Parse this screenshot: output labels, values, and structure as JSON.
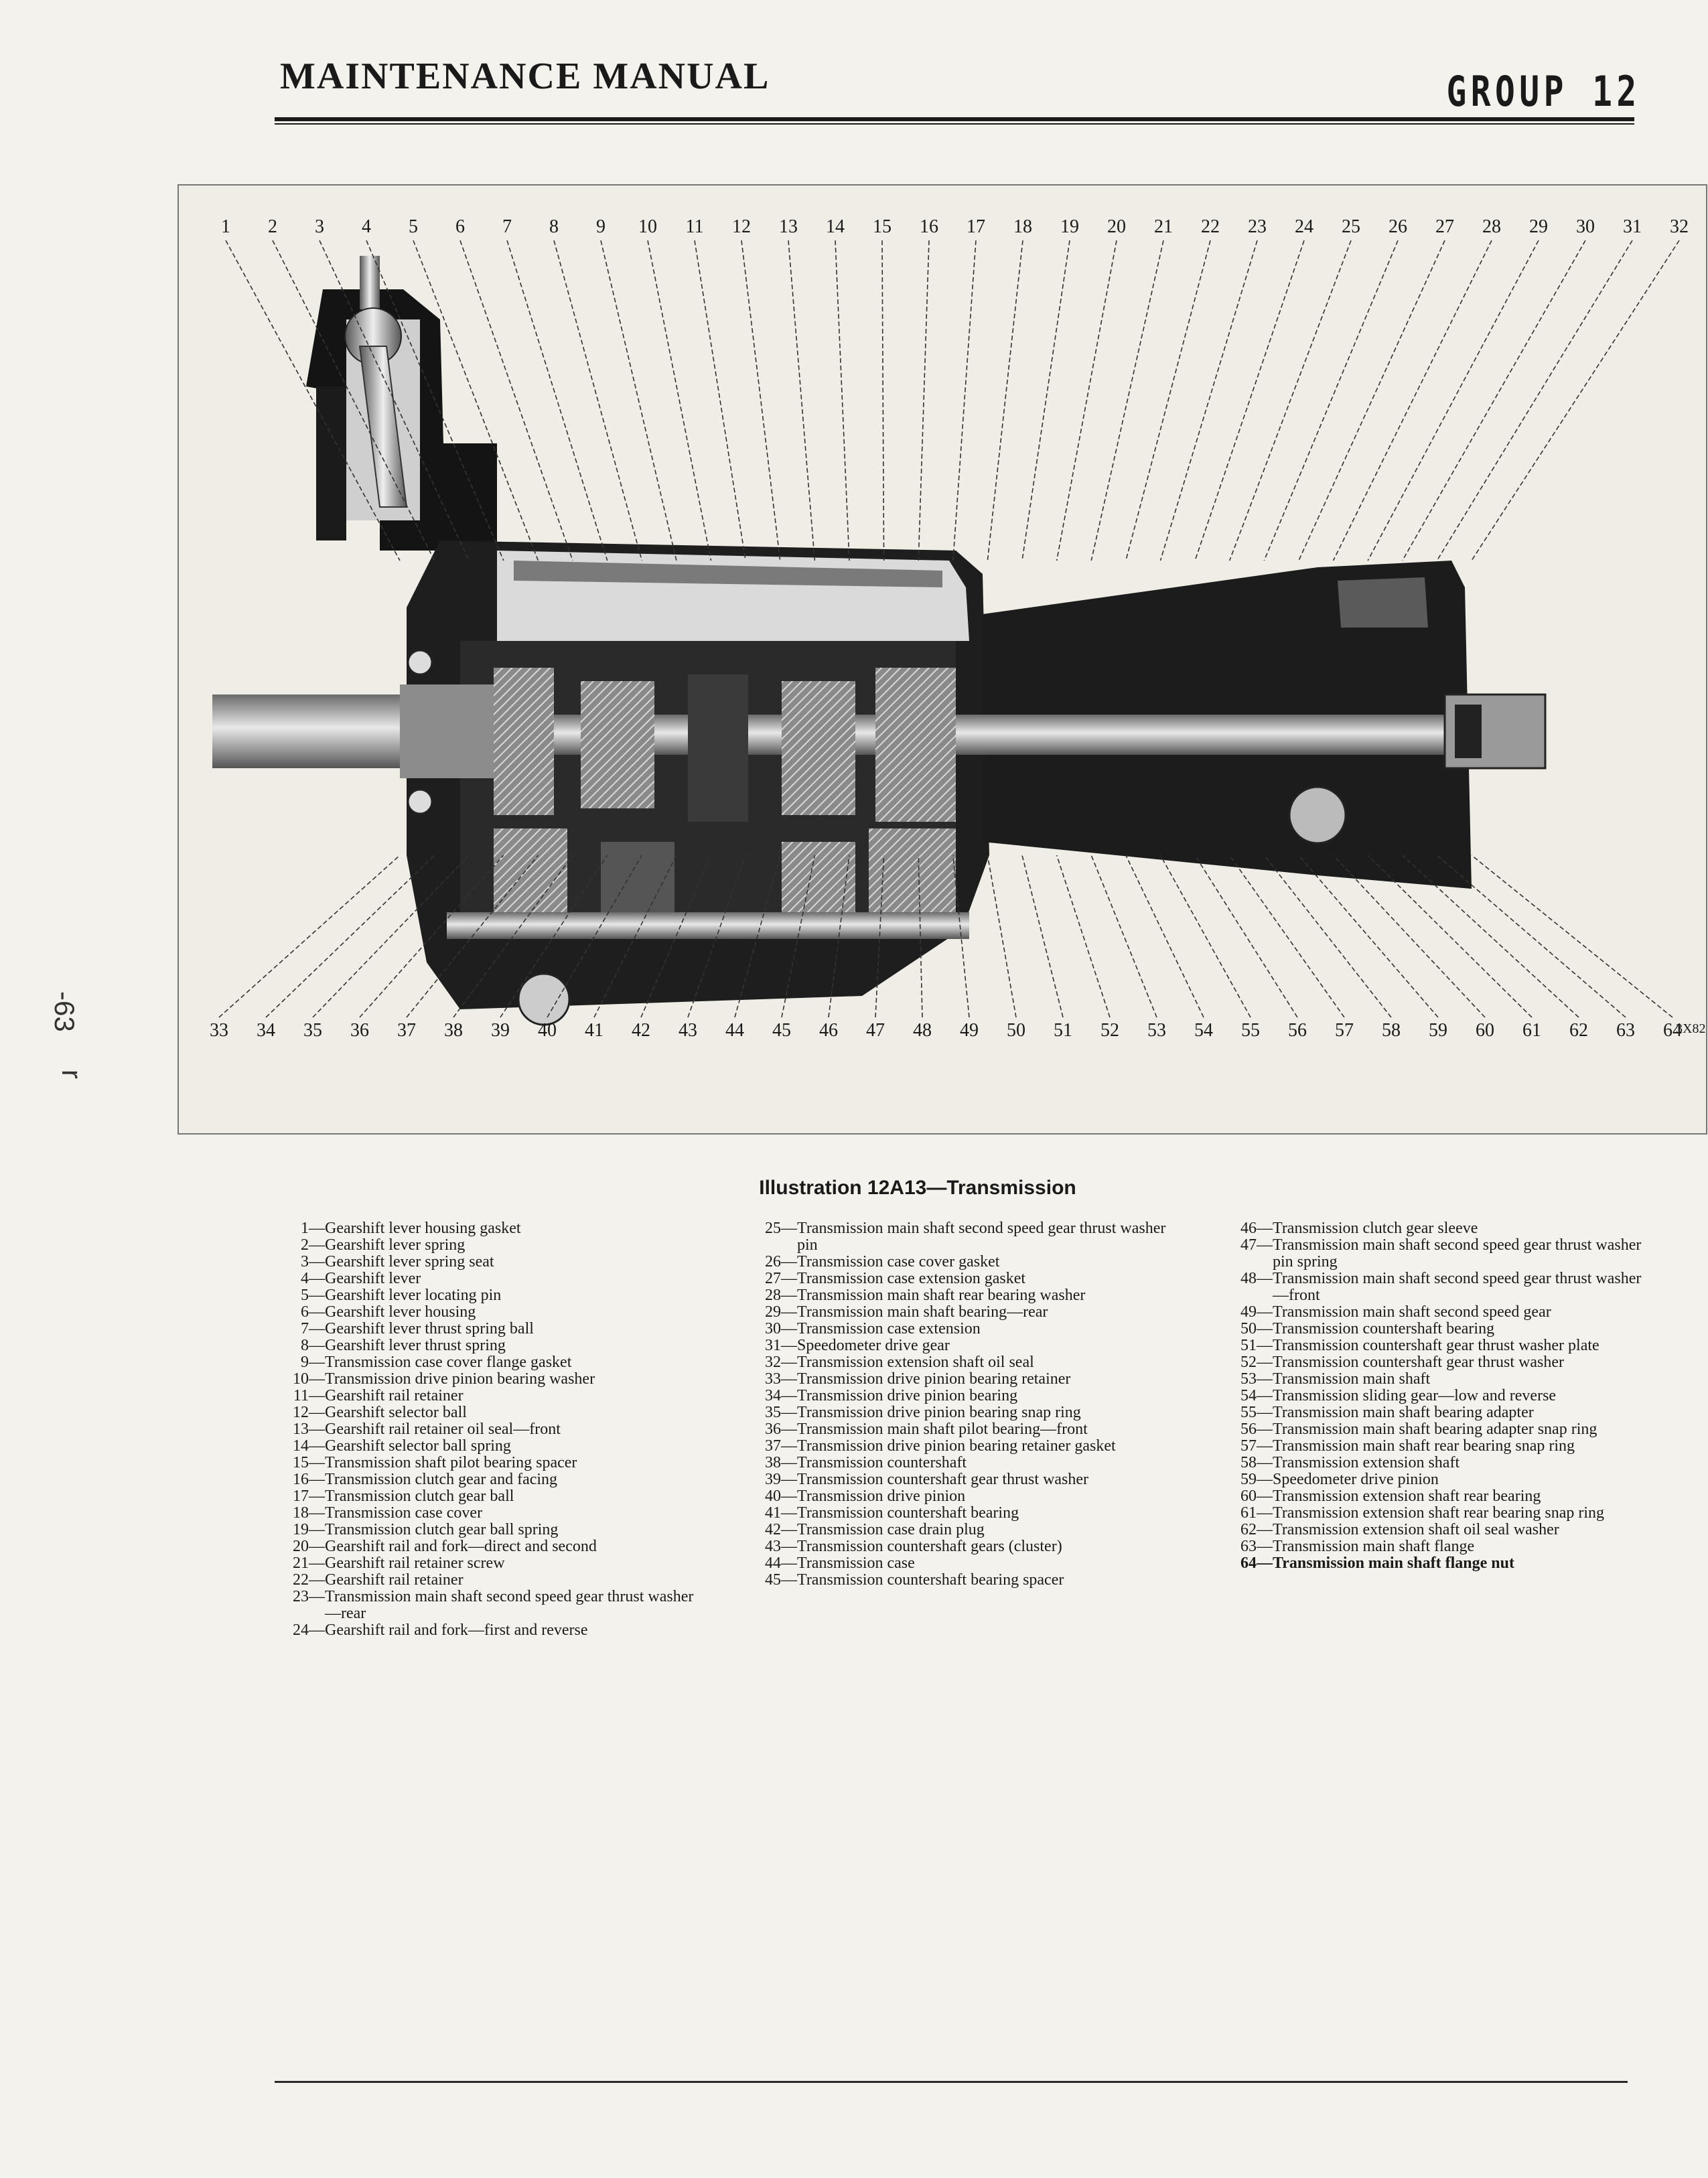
{
  "header": {
    "title": "MAINTENANCE MANUAL",
    "group": "GROUP 12"
  },
  "margin_marks": {
    "page_ref": "-63",
    "corner": "r"
  },
  "figure": {
    "code": "3X82",
    "caption": "Illustration 12A13—Transmission"
  },
  "callouts_top": [
    "1",
    "2",
    "3",
    "4",
    "5",
    "6",
    "7",
    "8",
    "9",
    "10",
    "11",
    "12",
    "13",
    "14",
    "15",
    "16",
    "17",
    "18",
    "19",
    "20",
    "21",
    "22",
    "23",
    "24",
    "25",
    "26",
    "27",
    "28",
    "29",
    "30",
    "31",
    "32"
  ],
  "callouts_bottom": [
    "33",
    "34",
    "35",
    "36",
    "37",
    "38",
    "39",
    "40",
    "41",
    "42",
    "43",
    "44",
    "45",
    "46",
    "47",
    "48",
    "49",
    "50",
    "51",
    "52",
    "53",
    "54",
    "55",
    "56",
    "57",
    "58",
    "59",
    "60",
    "61",
    "62",
    "63",
    "64"
  ],
  "legend": {
    "col1": [
      {
        "num": "1",
        "text": "Gearshift lever housing gasket"
      },
      {
        "num": "2",
        "text": "Gearshift lever spring"
      },
      {
        "num": "3",
        "text": "Gearshift lever spring seat"
      },
      {
        "num": "4",
        "text": "Gearshift lever"
      },
      {
        "num": "5",
        "text": "Gearshift lever locating pin"
      },
      {
        "num": "6",
        "text": "Gearshift lever housing"
      },
      {
        "num": "7",
        "text": "Gearshift lever thrust spring ball"
      },
      {
        "num": "8",
        "text": "Gearshift lever thrust spring"
      },
      {
        "num": "9",
        "text": "Transmission case cover flange gasket"
      },
      {
        "num": "10",
        "text": "Transmission drive pinion bearing washer"
      },
      {
        "num": "11",
        "text": "Gearshift rail retainer"
      },
      {
        "num": "12",
        "text": "Gearshift selector ball"
      },
      {
        "num": "13",
        "text": "Gearshift rail retainer oil seal—front"
      },
      {
        "num": "14",
        "text": "Gearshift selector ball spring"
      },
      {
        "num": "15",
        "text": "Transmission shaft pilot bearing spacer"
      },
      {
        "num": "16",
        "text": "Transmission clutch gear and facing"
      },
      {
        "num": "17",
        "text": "Transmission clutch gear ball"
      },
      {
        "num": "18",
        "text": "Transmission case cover"
      },
      {
        "num": "19",
        "text": "Transmission clutch gear ball spring"
      },
      {
        "num": "20",
        "text": "Gearshift rail and fork—direct and second"
      },
      {
        "num": "21",
        "text": "Gearshift rail retainer screw"
      },
      {
        "num": "22",
        "text": "Gearshift rail retainer"
      },
      {
        "num": "23",
        "text": "Transmission main shaft second speed gear thrust washer—rear"
      },
      {
        "num": "24",
        "text": "Gearshift rail and fork—first and reverse"
      }
    ],
    "col2": [
      {
        "num": "25",
        "text": "Transmission main shaft second speed gear thrust washer pin"
      },
      {
        "num": "26",
        "text": "Transmission case cover gasket"
      },
      {
        "num": "27",
        "text": "Transmission case extension gasket"
      },
      {
        "num": "28",
        "text": "Transmission main shaft rear bearing washer"
      },
      {
        "num": "29",
        "text": "Transmission main shaft bearing—rear"
      },
      {
        "num": "30",
        "text": "Transmission case extension"
      },
      {
        "num": "31",
        "text": "Speedometer drive gear"
      },
      {
        "num": "32",
        "text": "Transmission extension shaft oil seal"
      },
      {
        "num": "33",
        "text": "Transmission drive pinion bearing retainer"
      },
      {
        "num": "34",
        "text": "Transmission drive pinion bearing"
      },
      {
        "num": "35",
        "text": "Transmission drive pinion bearing snap ring"
      },
      {
        "num": "36",
        "text": "Transmission main shaft pilot bearing—front"
      },
      {
        "num": "37",
        "text": "Transmission drive pinion bearing retainer gasket"
      },
      {
        "num": "38",
        "text": "Transmission countershaft"
      },
      {
        "num": "39",
        "text": "Transmission countershaft gear thrust washer"
      },
      {
        "num": "40",
        "text": "Transmission drive pinion"
      },
      {
        "num": "41",
        "text": "Transmission countershaft bearing"
      },
      {
        "num": "42",
        "text": "Transmission case drain plug"
      },
      {
        "num": "43",
        "text": "Transmission countershaft gears (cluster)"
      },
      {
        "num": "44",
        "text": "Transmission case"
      },
      {
        "num": "45",
        "text": "Transmission countershaft bearing spacer"
      }
    ],
    "col3": [
      {
        "num": "46",
        "text": "Transmission clutch gear sleeve"
      },
      {
        "num": "47",
        "text": "Transmission main shaft second speed gear thrust washer pin spring"
      },
      {
        "num": "48",
        "text": "Transmission main shaft second speed gear thrust washer—front"
      },
      {
        "num": "49",
        "text": "Transmission main shaft second speed gear"
      },
      {
        "num": "50",
        "text": "Transmission countershaft bearing"
      },
      {
        "num": "51",
        "text": "Transmission countershaft gear thrust washer plate"
      },
      {
        "num": "52",
        "text": "Transmission countershaft gear thrust washer"
      },
      {
        "num": "53",
        "text": "Transmission main shaft"
      },
      {
        "num": "54",
        "text": "Transmission sliding gear—low and reverse"
      },
      {
        "num": "55",
        "text": "Transmission main shaft bearing adapter"
      },
      {
        "num": "56",
        "text": "Transmission main shaft bearing adapter snap ring"
      },
      {
        "num": "57",
        "text": "Transmission main shaft rear bearing snap ring"
      },
      {
        "num": "58",
        "text": "Transmission extension shaft"
      },
      {
        "num": "59",
        "text": "Speedometer drive pinion"
      },
      {
        "num": "60",
        "text": "Transmission extension shaft rear bearing"
      },
      {
        "num": "61",
        "text": "Transmission extension shaft rear bearing snap ring"
      },
      {
        "num": "62",
        "text": "Transmission extension shaft oil seal washer"
      },
      {
        "num": "63",
        "text": "Transmission main shaft flange"
      },
      {
        "num": "64",
        "text": "Transmission main shaft flange nut",
        "bold": true
      }
    ]
  }
}
